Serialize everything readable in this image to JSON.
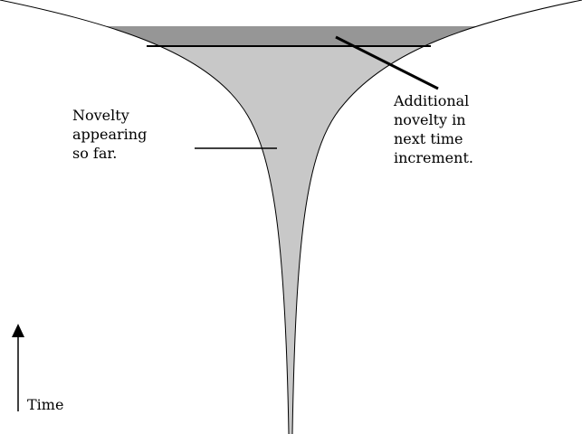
{
  "labels": {
    "novelty_so_far": [
      "Novelty",
      "appearing",
      "so far."
    ],
    "additional_novelty": [
      "Additional",
      "novelty in",
      "next time",
      "increment."
    ],
    "time_axis": "Time"
  },
  "colors": {
    "novelty_so_far_fill": "#c8c8c8",
    "additional_band_fill": "#969696",
    "stroke": "#000000",
    "background": "#ffffff"
  }
}
